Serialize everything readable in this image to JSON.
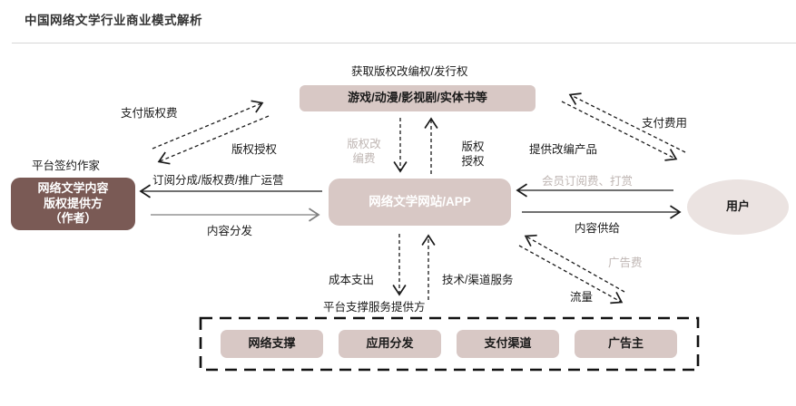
{
  "header": {
    "title": "中国网络文学行业商业模式解析"
  },
  "colors": {
    "dark_box": "#7a5a55",
    "light_box": "#d8c8c5",
    "ellipse": "#ebe3e1",
    "muted_text": "#bfb6b3"
  },
  "nodes": {
    "author_caption": "平台签约作家",
    "author_box": "网络文学内容\n版权提供方\n（作者）",
    "adaptation_caption": "获取版权改编权/发行权",
    "adaptation_box": "游戏/动漫/影视剧/实体书等",
    "platform_box": "网络文学网站/APP",
    "user": "用户",
    "support_caption": "平台支撑服务提供方",
    "support_items": [
      "网络支撑",
      "应用分发",
      "支付渠道",
      "广告主"
    ]
  },
  "edges": {
    "pay_royalty": "支付版权费",
    "license_left": "版权授权",
    "subscription_share": "订阅分成/版权费/推广运营",
    "content_distribution": "内容分发",
    "adaptation_fee": "版权改\n编费",
    "license_center": "版权\n授权",
    "pay_fee": "支付费用",
    "provide_adapted_product": "提供改编产品",
    "member_subscription": "会员订阅费、打赏",
    "content_supply": "内容供给",
    "cost_expense": "成本支出",
    "tech_channel_service": "技术/渠道服务",
    "ad_fee": "广告费",
    "traffic": "流量"
  }
}
